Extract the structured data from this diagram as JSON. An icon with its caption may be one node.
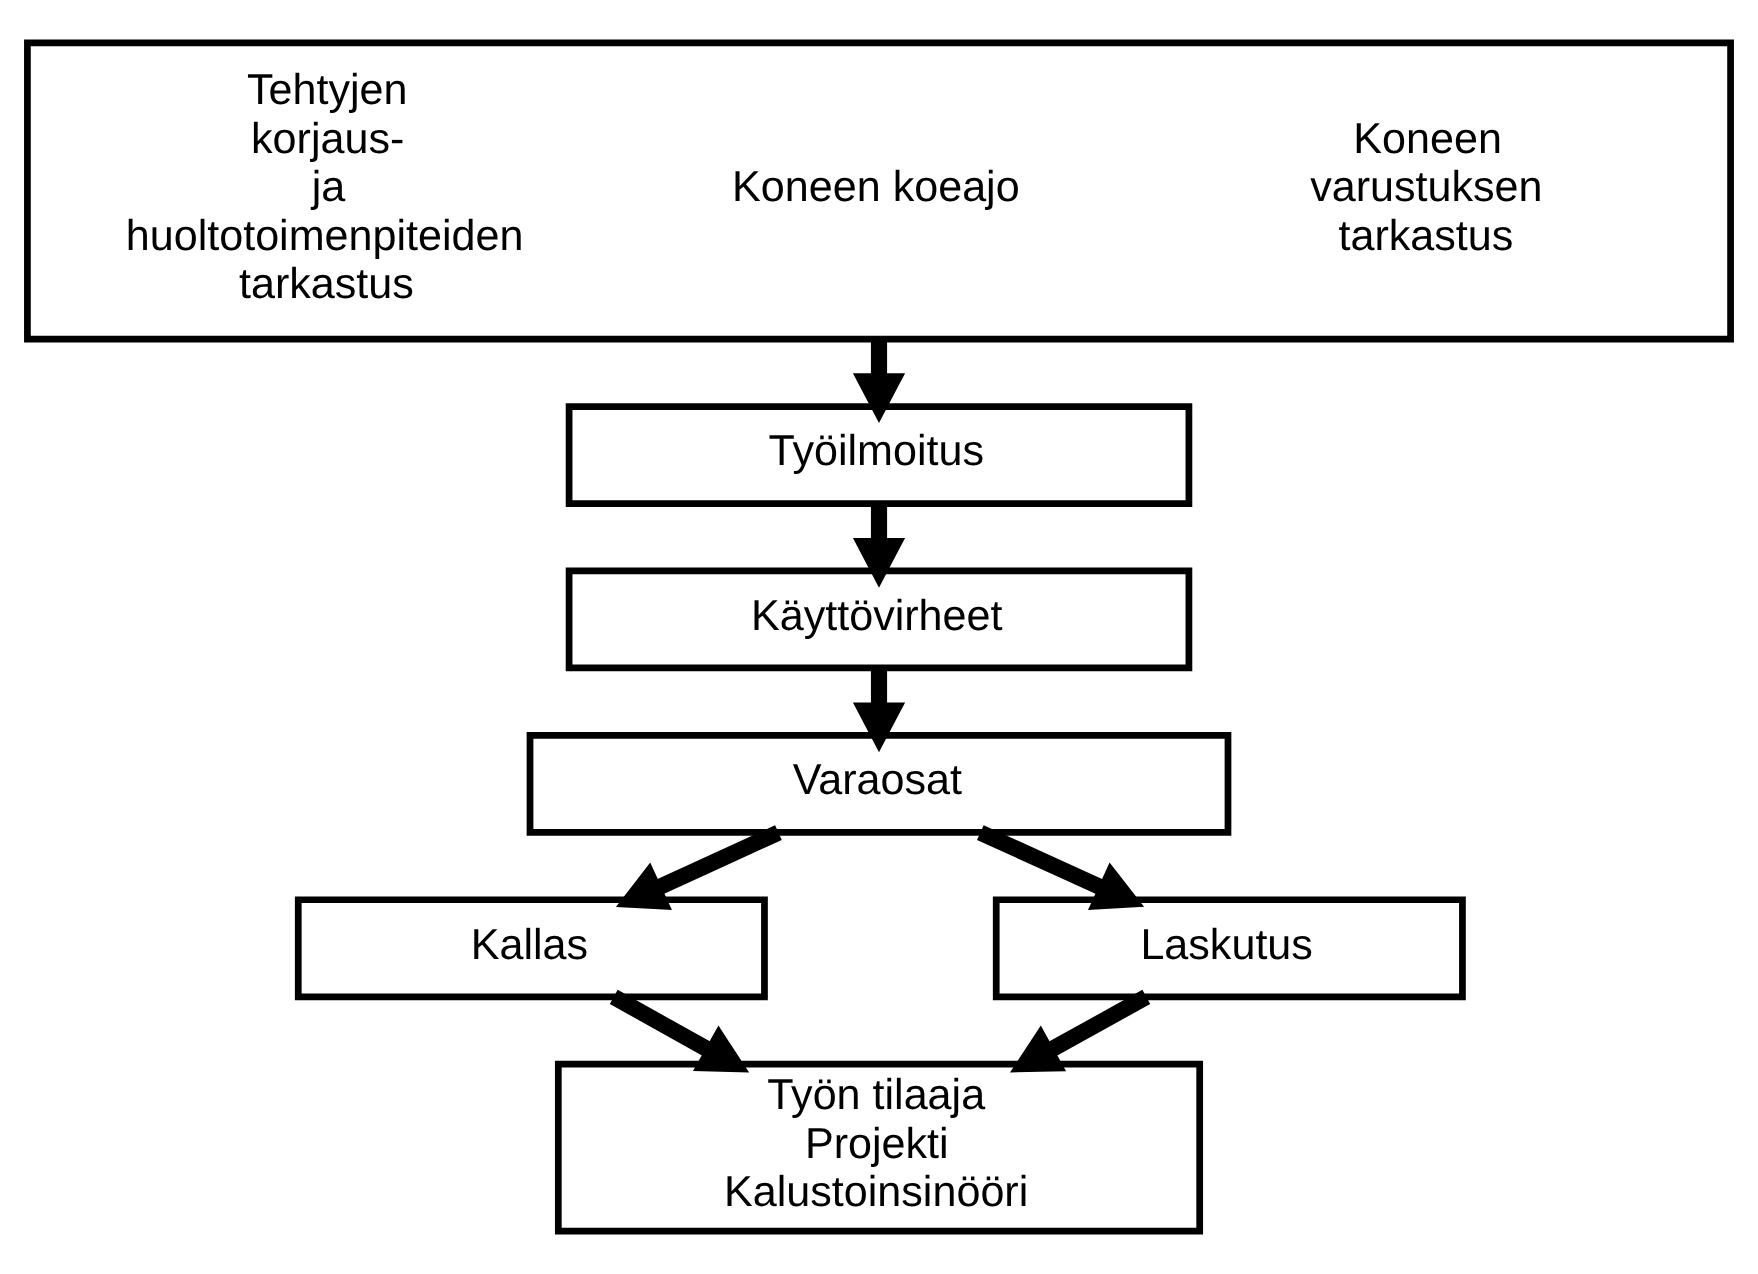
{
  "diagram": {
    "nodes": [
      {
        "text": [
          "Tehtyjen korjaus- ja huoltotoimenpiteiden tarkastus",
          "Koneen koeajo",
          "Koneen varustuksen tarkastus"
        ]
      },
      {
        "text": [
          "Työilmoitus"
        ]
      },
      {
        "text": [
          "Käyttövirheet"
        ]
      },
      {
        "text": [
          "Varaosat"
        ]
      },
      {
        "text": [
          "Kallas"
        ]
      },
      {
        "text": [
          "Laskutus"
        ]
      },
      {
        "text": [
          "Työn tilaaja",
          "Projekti",
          "Kalustoinsinööri"
        ]
      }
    ],
    "edges": [
      {
        "from": 0,
        "to": 1,
        "arrow": "to"
      },
      {
        "from": 1,
        "to": 2,
        "arrow": "to"
      },
      {
        "from": 2,
        "to": 3,
        "arrow": "to"
      },
      {
        "from": 3,
        "to": 4,
        "arrow": "to"
      },
      {
        "from": 3,
        "to": 5,
        "arrow": "to"
      },
      {
        "from": 4,
        "to": 6,
        "arrow": "to"
      },
      {
        "from": 5,
        "to": 6,
        "arrow": "to"
      }
    ]
  }
}
